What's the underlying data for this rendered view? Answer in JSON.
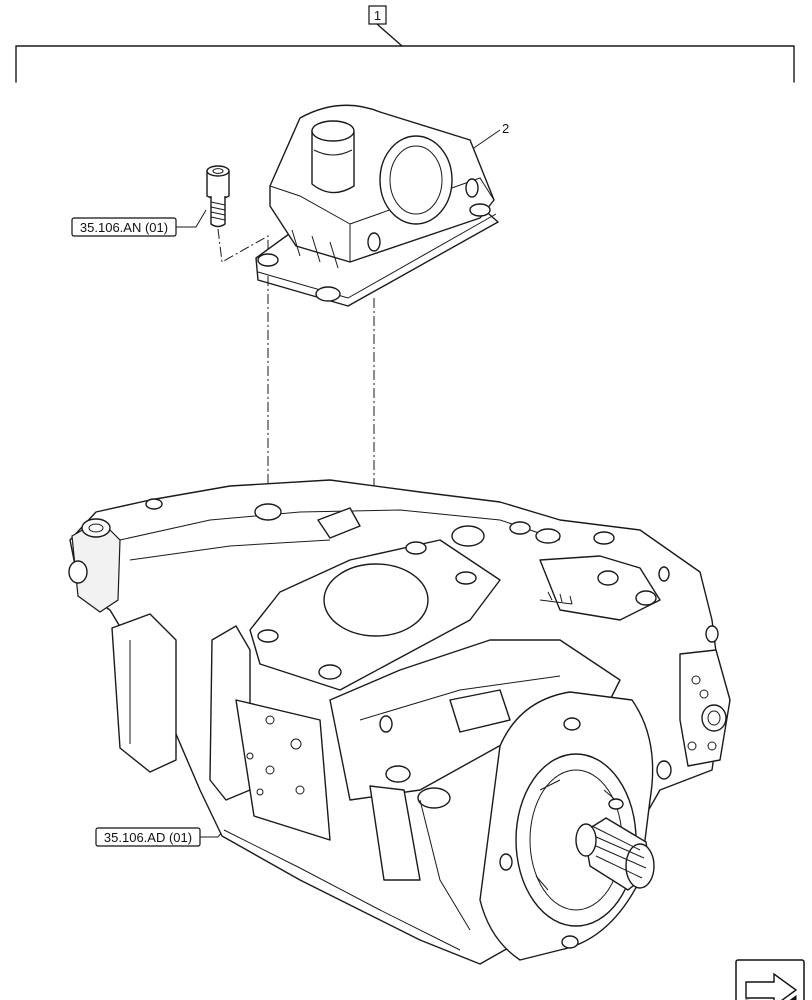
{
  "callouts": {
    "assembly": "1",
    "valve_block": "2",
    "screw_ref": "35.106.AN (01)",
    "pump_ref": "35.106.AD (01)"
  },
  "icons": {
    "corner": "navigation-arrow-icon"
  }
}
